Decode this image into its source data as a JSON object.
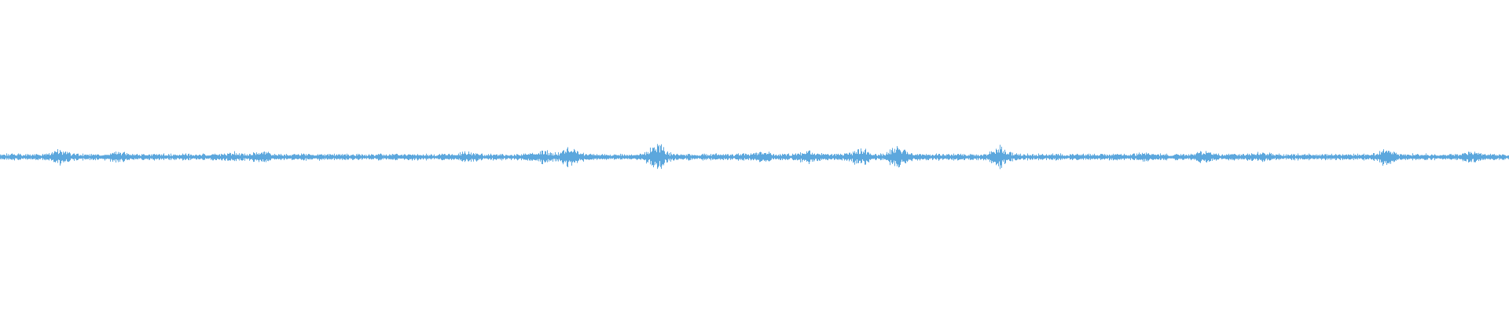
{
  "waveform": {
    "color": "#5ca7dd",
    "background": "#ffffff",
    "center_fraction": 0.5,
    "base_amplitude": 0.012,
    "peaks": [
      {
        "pos": 0.04,
        "amp": 0.03
      },
      {
        "pos": 0.078,
        "amp": 0.022
      },
      {
        "pos": 0.155,
        "amp": 0.02
      },
      {
        "pos": 0.172,
        "amp": 0.026
      },
      {
        "pos": 0.31,
        "amp": 0.022
      },
      {
        "pos": 0.36,
        "amp": 0.028
      },
      {
        "pos": 0.378,
        "amp": 0.04
      },
      {
        "pos": 0.435,
        "amp": 0.05
      },
      {
        "pos": 0.505,
        "amp": 0.022
      },
      {
        "pos": 0.535,
        "amp": 0.024
      },
      {
        "pos": 0.57,
        "amp": 0.034
      },
      {
        "pos": 0.595,
        "amp": 0.045
      },
      {
        "pos": 0.662,
        "amp": 0.04
      },
      {
        "pos": 0.76,
        "amp": 0.02
      },
      {
        "pos": 0.798,
        "amp": 0.024
      },
      {
        "pos": 0.835,
        "amp": 0.02
      },
      {
        "pos": 0.918,
        "amp": 0.03
      },
      {
        "pos": 0.975,
        "amp": 0.02
      }
    ]
  }
}
